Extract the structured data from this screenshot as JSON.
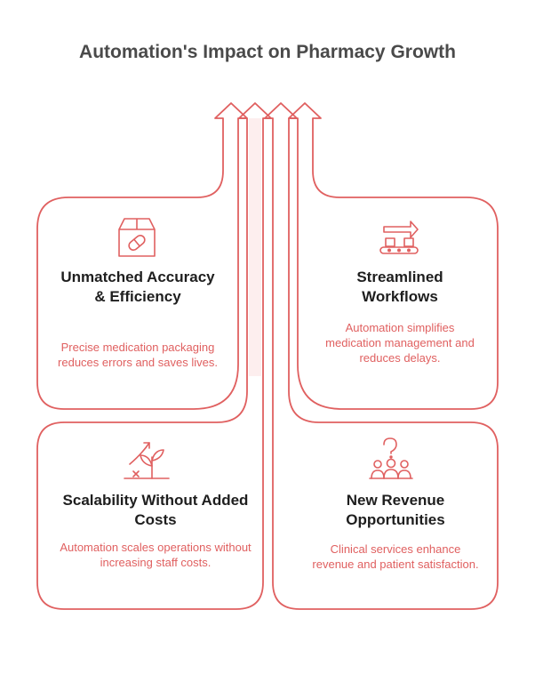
{
  "title": "Automation's Impact on Pharmacy Growth",
  "colors": {
    "accent": "#e06060",
    "title": "#4a4a4a",
    "heading": "#1e1e1e",
    "arrow_fill": "#fdeeee"
  },
  "cards": [
    {
      "id": "accuracy",
      "icon": "package-pill-icon",
      "title": "Unmatched Accuracy & Efficiency",
      "text": "Precise medication packaging reduces errors and saves lives."
    },
    {
      "id": "workflows",
      "icon": "conveyor-arrow-icon",
      "title": "Streamlined Workflows",
      "text": "Automation simplifies medication management and reduces delays."
    },
    {
      "id": "scalability",
      "icon": "growth-plant-icon",
      "title": "Scalability Without Added Costs",
      "text": "Automation scales operations without increasing staff costs."
    },
    {
      "id": "revenue",
      "icon": "people-idea-icon",
      "title": "New Revenue Opportunities",
      "text": "Clinical services enhance revenue and patient satisfaction."
    }
  ]
}
